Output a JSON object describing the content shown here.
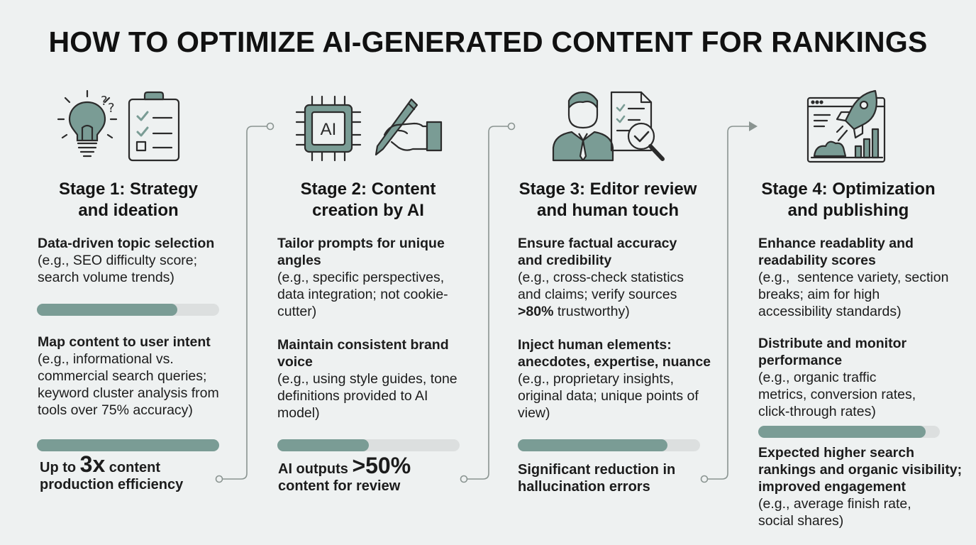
{
  "title": "HOW TO OPTIMIZE AI-GENERATED CONTENT FOR RANKINGS",
  "colors": {
    "accent": "#7a9c95",
    "track": "#dcdfdf",
    "background": "#eef1f1",
    "icon_stroke": "#2b2b2b"
  },
  "stages": [
    {
      "heading_line1": "Stage 1: Strategy",
      "heading_line2": "and ideation",
      "icons": [
        "lightbulb-icon",
        "checklist-icon"
      ],
      "item1_title": "Data-driven topic selection",
      "item1_body": "(e.g., SEO difficulty score; search volume trends)",
      "bar1_progress": 0.77,
      "item2_title": "Map content to user intent",
      "item2_body": "(e.g., informational vs. commercial search queries; keyword cluster analysis from tools over 75% accuracy)",
      "bar2_progress": 1.0,
      "outcome_pre": "Up to ",
      "outcome_big": "3x",
      "outcome_post": " content",
      "outcome_line2": "production efficiency"
    },
    {
      "heading_line1": "Stage 2: Content",
      "heading_line2": "creation by AI",
      "icons": [
        "ai-chip-icon",
        "writing-hand-icon"
      ],
      "item1_title": "Tailor prompts for unique angles",
      "item1_body": "(e.g., specific perspectives, data integration; not cookie-cutter)",
      "item2_title": "Maintain consistent brand voice",
      "item2_body": "(e.g., using style guides, tone definitions provided to AI model)",
      "bar_progress": 0.5,
      "outcome_pre": "AI outputs ",
      "outcome_big": ">50%",
      "outcome_line2": "content for review"
    },
    {
      "heading_line1": "Stage 3: Editor review",
      "heading_line2": "and human touch",
      "icons": [
        "editor-person-icon",
        "document-magnifier-icon"
      ],
      "item1_title": "Ensure factual accuracy and credibility",
      "item1_body_pre": "(e.g., cross-check statistics and claims; verify sources ",
      "item1_body_bold": ">80%",
      "item1_body_post": " trustworthy)",
      "item2_title": "Inject human elements: anecdotes, expertise, nuance",
      "item2_body": " (e.g., proprietary insights, original data; unique points of view)",
      "bar_progress": 0.82,
      "outcome_line1": "Significant reduction in",
      "outcome_line2": "hallucination errors"
    },
    {
      "heading_line1": "Stage 4: Optimization",
      "heading_line2": "and publishing",
      "icons": [
        "rocket-growth-icon"
      ],
      "item1_title": "Enhance readablity and readability scores",
      "item1_body": "(e.g.,  sentence variety, section breaks; aim for high accessibility standards)",
      "item2_title": "Distribute and monitor performance",
      "item2_body": "(e.g., organic traffic metrics, conversion rates, click-through rates)",
      "bar_progress": 0.92,
      "outcome_title": "Expected higher search rankings and organic visibility; improved engagement",
      "outcome_body": "(e.g., average finish rate, social shares)"
    }
  ]
}
